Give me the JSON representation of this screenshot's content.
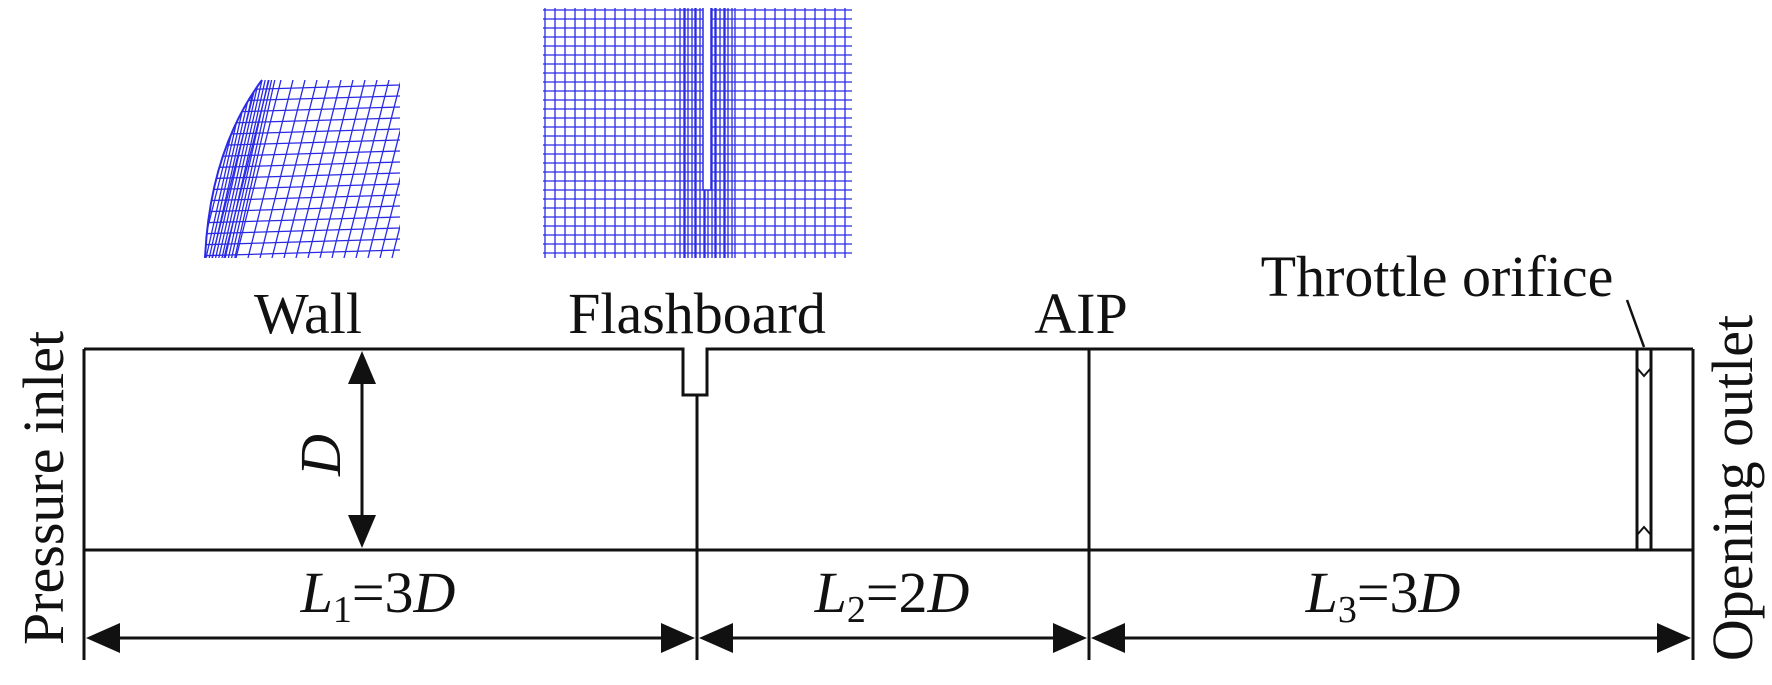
{
  "labels": {
    "pressure_inlet": "Pressure inlet",
    "opening_outlet": "Opening outlet",
    "wall": "Wall",
    "flashboard": "Flashboard",
    "aip": "AIP",
    "throttle_orifice": "Throttle orifice",
    "diameter": "D"
  },
  "dimensions": {
    "l1": {
      "var": "L",
      "sub": "1",
      "value": "=3",
      "unit": "D"
    },
    "l2": {
      "var": "L",
      "sub": "2",
      "value": "=2",
      "unit": "D"
    },
    "l3": {
      "var": "L",
      "sub": "3",
      "value": "=3",
      "unit": "D"
    }
  },
  "colors": {
    "mesh": "#2a2ae6",
    "line": "#111111",
    "background": "#ffffff"
  }
}
